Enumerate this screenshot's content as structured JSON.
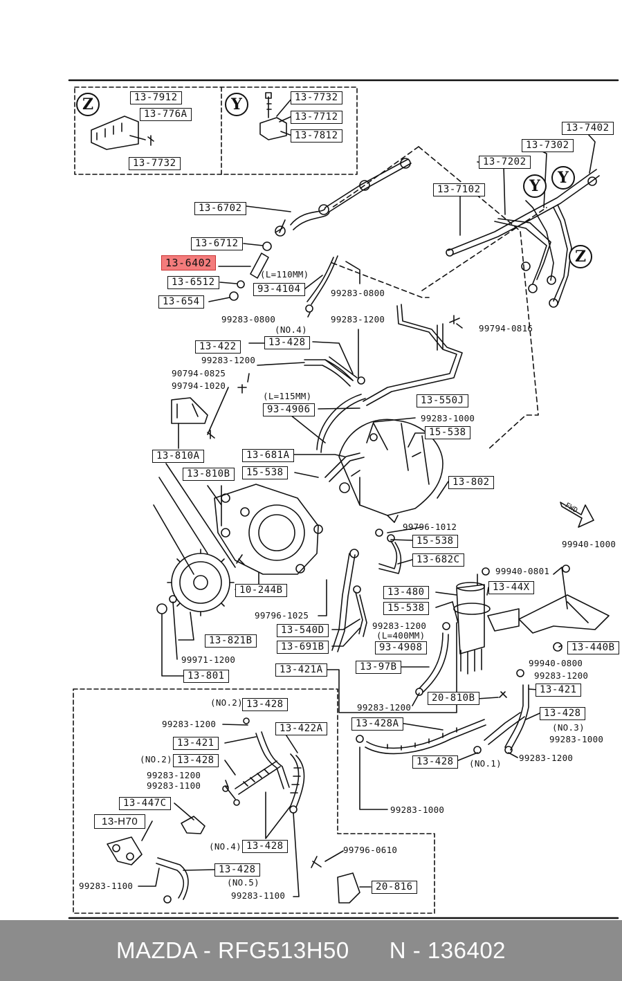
{
  "labels": {
    "l_7912": "13-7912",
    "l_776a": "13-776A",
    "l_7732a": "13-7732",
    "l_7732b": "13-7732",
    "l_7712": "13-7712",
    "l_7812": "13-7812",
    "l_7402": "13-7402",
    "l_7302": "13-7302",
    "l_7202": "13-7202",
    "l_7102": "13-7102",
    "l_6702": "13-6702",
    "l_6712": "13-6712",
    "l_6402": "13-6402",
    "l_6512": "13-6512",
    "l_654": "13-654",
    "l_934104": "93-4104",
    "l_422": "13-422",
    "l_428a": "13-428",
    "l_934906": "93-4906",
    "l_550j": "13-550J",
    "l_15538a": "15-538",
    "l_810a": "13-810A",
    "l_681a": "13-681A",
    "l_15538b": "15-538",
    "l_810b": "13-810B",
    "l_802": "13-802",
    "l_15538c": "15-538",
    "l_682c": "13-682C",
    "l_244b": "10-244B",
    "l_480": "13-480",
    "l_44x": "13-44X",
    "l_15538d": "15-538",
    "l_540d": "13-540D",
    "l_934908": "93-4908",
    "l_821b": "13-821B",
    "l_691b": "13-691B",
    "l_440b": "13-440B",
    "l_421a": "13-421A",
    "l_97b": "13-97B",
    "l_801": "13-801",
    "l_421b": "13-421",
    "l_810b2": "20-810B",
    "l_428b": "13-428",
    "l_428c": "13-428",
    "l_422a": "13-422A",
    "l_428d": "13-428A",
    "l_421c": "13-421",
    "l_428e": "13-428",
    "l_428f": "13-428",
    "l_447c": "13-447C",
    "l_h70": "13-H70",
    "l_428g": "13-428",
    "l_428h": "13-428",
    "l_816": "20-816"
  },
  "texts": {
    "t_l110": "(L=110MM)",
    "t_99283_0800a": "99283-0800",
    "t_99283_0800b": "99283-0800",
    "t_99283_1200a": "99283-1200",
    "t_99794_0816": "99794-0816",
    "t_no4a": "(NO.4)",
    "t_99283_1200b": "99283-1200",
    "t_90794_0825": "90794-0825",
    "t_99794_1020": "99794-1020",
    "t_l115": "(L=115MM)",
    "t_99283_1000a": "99283-1000",
    "t_99796_1012": "99796-1012",
    "t_99940_1000": "99940-1000",
    "t_99940_0801": "99940-0801",
    "t_99796_1025": "99796-1025",
    "t_99283_1200c": "99283-1200",
    "t_l400": "(L=400MM)",
    "t_99971_1200": "99971-1200",
    "t_99940_0800": "99940-0800",
    "t_99283_1200d": "99283-1200",
    "t_99283_1200e": "99283-1200",
    "t_no2a": "(NO.2)",
    "t_99283_1200f": "99283-1200",
    "t_no3": "(NO.3)",
    "t_99283_1000b": "99283-1000",
    "t_no1": "(NO.1)",
    "t_99283_1200g": "99283-1200",
    "t_no2b": "(NO.2)",
    "t_99283_1200h": "99283-1200",
    "t_99283_1100a": "99283-1100",
    "t_99283_1000c": "99283-1000",
    "t_no4b": "(NO.4)",
    "t_99796_0610": "99796-0610",
    "t_no5": "(NO.5)",
    "t_99283_1100b": "99283-1100",
    "t_99283_1100c": "99283-1100"
  },
  "callouts": {
    "z1": "Z",
    "y1": "Y",
    "y2": "Y",
    "y3": "Y",
    "z2": "Z"
  },
  "fwd": "FWD",
  "footer": {
    "part": "MAZDA - RFG513H50",
    "number": "N - 136402"
  },
  "colors": {
    "highlight": "#f47c7c",
    "footer_bg": "#8c8c8c",
    "ink": "#111111"
  }
}
